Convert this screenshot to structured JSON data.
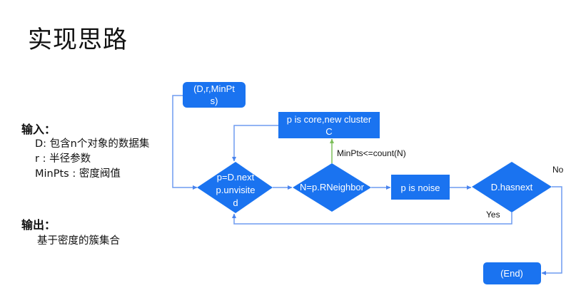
{
  "slide": {
    "title": "实现思路"
  },
  "input_section": {
    "heading": "输入：",
    "lines": [
      "D: 包含n个对象的数据集",
      "r : 半径参数",
      "MinPts : 密度阀值"
    ]
  },
  "output_section": {
    "heading": "输出：",
    "lines": [
      "基于密度的簇集合"
    ]
  },
  "flowchart": {
    "colors": {
      "node_fill": "#1a73f0",
      "line": "#6f9cf0",
      "arrow_condition": "#7cbf5a",
      "node_text": "#ffffff"
    },
    "nodes": {
      "start": {
        "lines": [
          "(D,r,MinPt",
          "s)"
        ]
      },
      "core": {
        "lines": [
          "p is core,new cluster",
          "C"
        ]
      },
      "next": {
        "lines": [
          "p=D.next",
          "p.unvisite",
          "d"
        ]
      },
      "neighbor": {
        "lines": [
          "N=p.RNeighbor"
        ]
      },
      "noise": {
        "lines": [
          "p is noise"
        ]
      },
      "hasnext": {
        "lines": [
          "D.hasnext"
        ]
      },
      "end": {
        "lines": [
          "(End)"
        ]
      }
    },
    "edge_labels": {
      "condition": "MinPts<=count(N)",
      "yes": "Yes",
      "no": "No"
    }
  }
}
